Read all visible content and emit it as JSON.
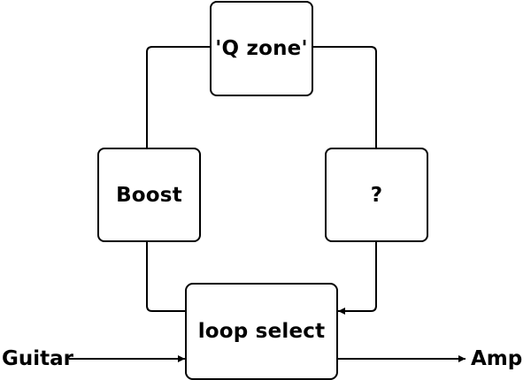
{
  "nodes": {
    "q_zone": "'Q zone'",
    "boost": "Boost",
    "unknown": "?",
    "loop_select": "loop select"
  },
  "io": {
    "input": "Guitar",
    "output": "Amp"
  }
}
